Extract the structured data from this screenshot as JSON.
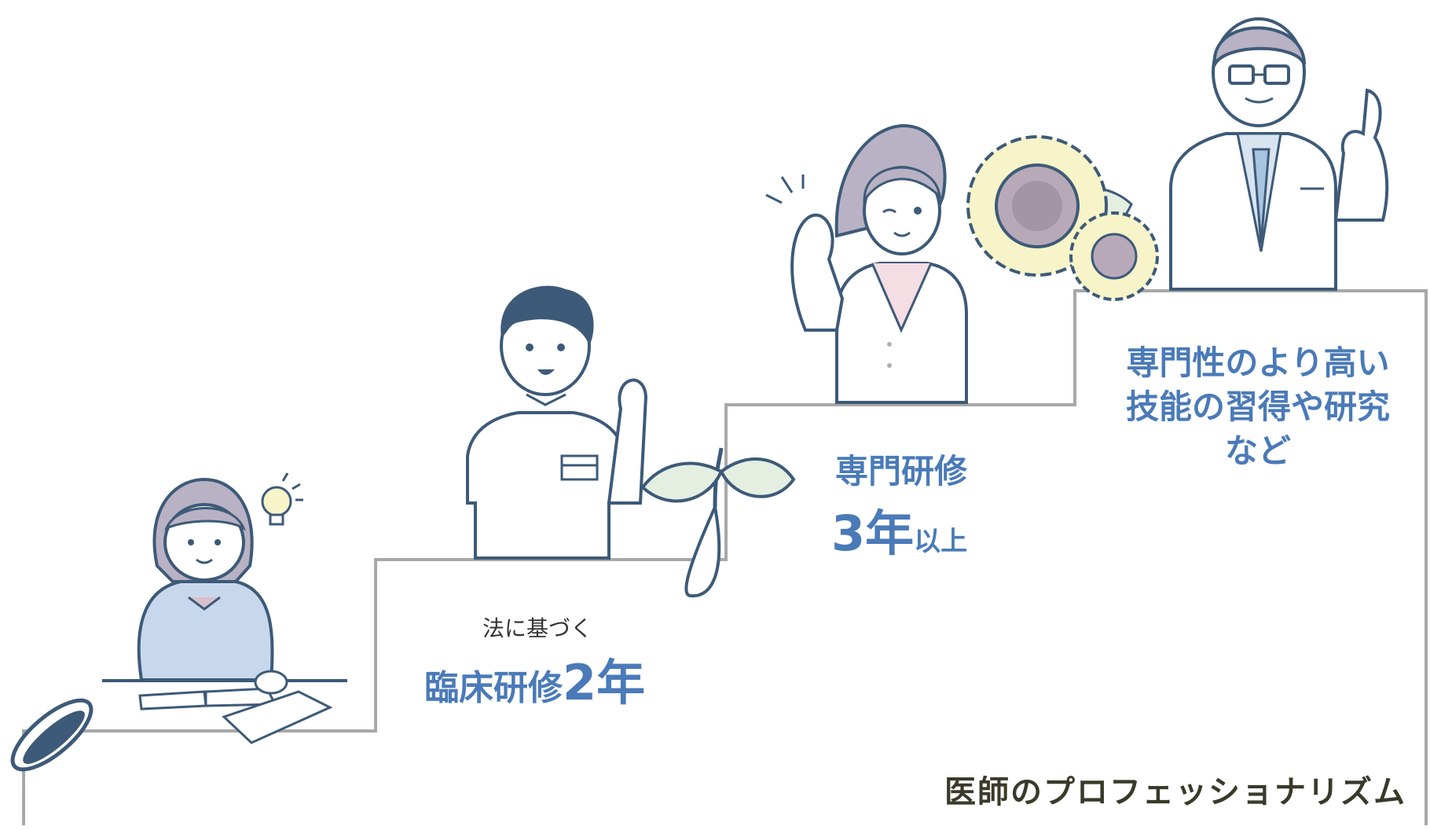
{
  "colors": {
    "stair_line": "#a8a8a8",
    "accent_text": "#4a7ab8",
    "dark_text": "#333333",
    "footer_text": "#3a3a2a",
    "outline": "#3d5a78",
    "sprout_leaf": "#e4efe2",
    "sunflower_petal": "#f6f4c8",
    "sunflower_center": "#b8a9b8"
  },
  "steps": [
    {
      "pre_label": "法に基づく",
      "main_label": "臨床研修",
      "value": "2年",
      "figure_icon": "resident-doctor-icon",
      "plant_icon": "sprout-icon"
    },
    {
      "main_label": "専門研修",
      "value": "3年",
      "suffix": "以上",
      "figure_icon": "female-doctor-icon",
      "plant_icon": "sunflower-icon"
    },
    {
      "lines": [
        "専門性のより高い",
        "技能の習得や研究",
        "など"
      ],
      "figure_icon": "senior-doctor-icon"
    }
  ],
  "student_icon": "student-icon",
  "seed_icon": "seed-icon",
  "footer": "医師のプロフェッショナリズム"
}
